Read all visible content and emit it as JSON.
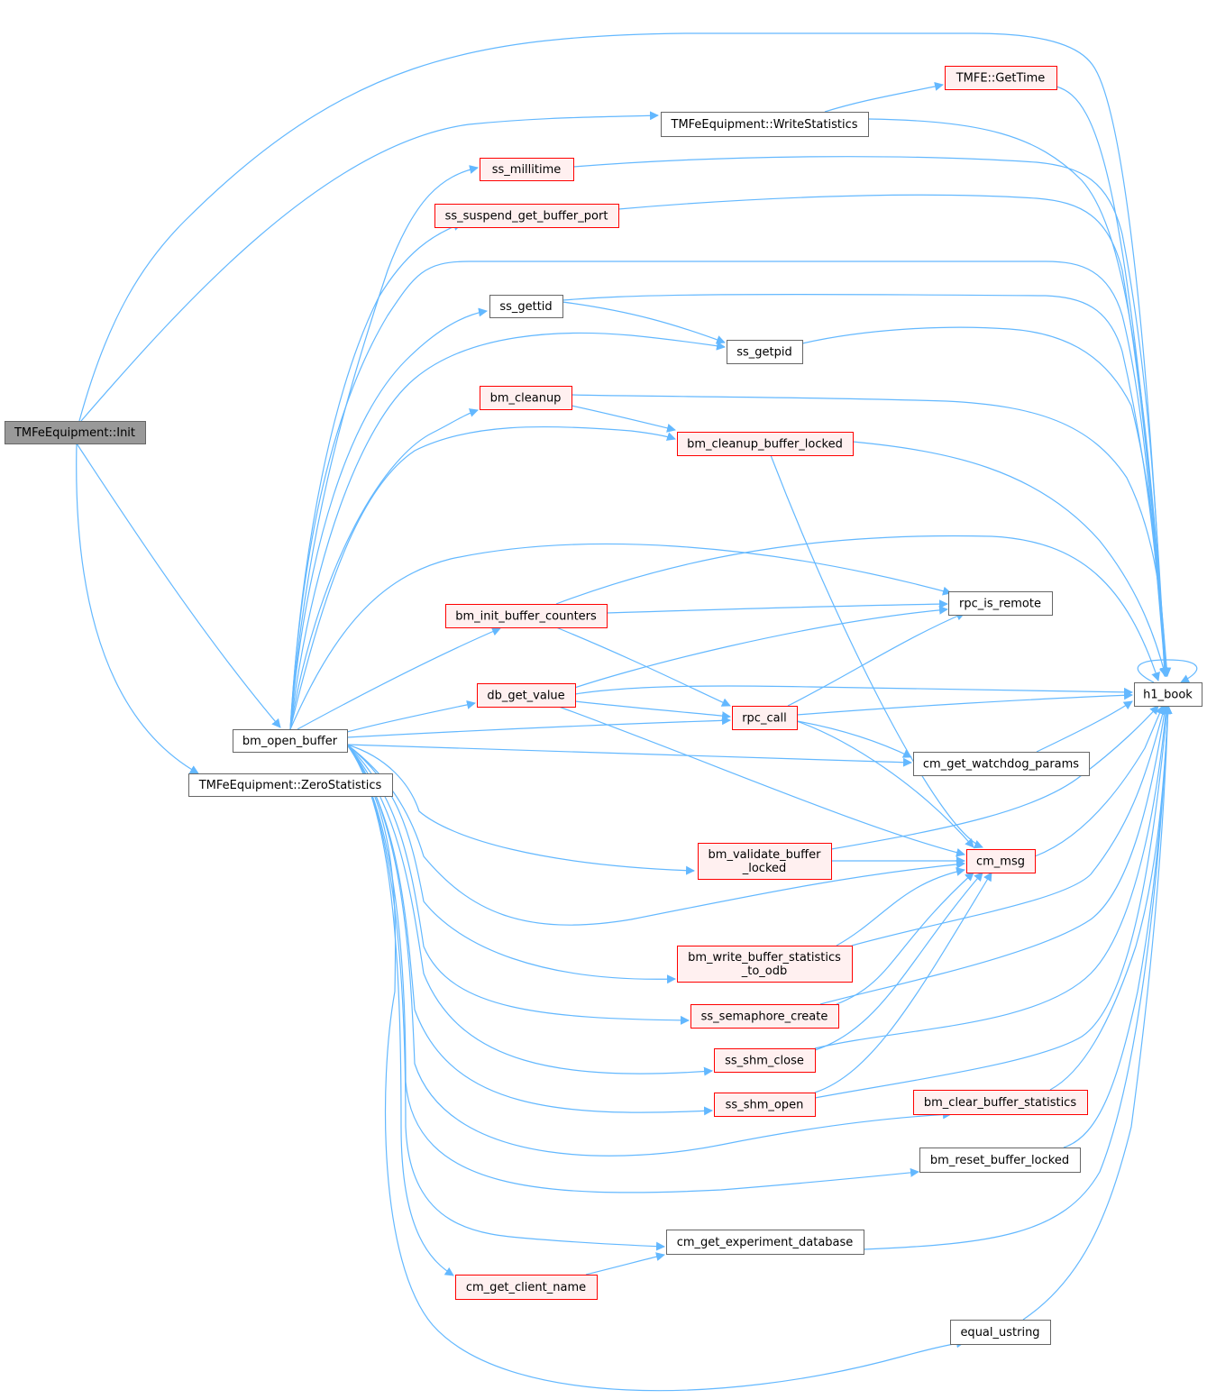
{
  "colors": {
    "edge": "#63b8ff",
    "root_fill": "#999999",
    "root_stroke": "#666666",
    "normal_fill": "#ffffff",
    "normal_stroke": "#666666",
    "warn_fill": "#fff0f0",
    "warn_stroke": "#ff0000"
  },
  "nodes": {
    "init": {
      "label": "TMFeEquipment::Init",
      "style": "root"
    },
    "bm_open_buffer": {
      "label": "bm_open_buffer",
      "style": "normal"
    },
    "zero_stats": {
      "label": "TMFeEquipment::ZeroStatistics",
      "style": "normal"
    },
    "write_stats": {
      "label": "TMFeEquipment::WriteStatistics",
      "style": "normal"
    },
    "gettime": {
      "label": "TMFE::GetTime",
      "style": "warn"
    },
    "ss_millitime": {
      "label": "ss_millitime",
      "style": "warn"
    },
    "ss_suspend": {
      "label": "ss_suspend_get_buffer_port",
      "style": "warn"
    },
    "ss_gettid": {
      "label": "ss_gettid",
      "style": "normal"
    },
    "ss_getpid": {
      "label": "ss_getpid",
      "style": "normal"
    },
    "bm_cleanup": {
      "label": "bm_cleanup",
      "style": "warn"
    },
    "bm_cleanup_locked": {
      "label": "bm_cleanup_buffer_locked",
      "style": "warn"
    },
    "bm_init_counters": {
      "label": "bm_init_buffer_counters",
      "style": "warn"
    },
    "rpc_is_remote": {
      "label": "rpc_is_remote",
      "style": "normal"
    },
    "db_get_value": {
      "label": "db_get_value",
      "style": "warn"
    },
    "rpc_call": {
      "label": "rpc_call",
      "style": "warn"
    },
    "h1_book": {
      "label": "h1_book",
      "style": "normal"
    },
    "cm_watchdog": {
      "label": "cm_get_watchdog_params",
      "style": "normal"
    },
    "bm_validate": {
      "label": [
        "bm_validate_buffer",
        "_locked"
      ],
      "style": "warn"
    },
    "cm_msg": {
      "label": "cm_msg",
      "style": "warn"
    },
    "bm_write_stats": {
      "label": [
        "bm_write_buffer_statistics",
        "_to_odb"
      ],
      "style": "warn"
    },
    "ss_sem_create": {
      "label": "ss_semaphore_create",
      "style": "warn"
    },
    "ss_shm_close": {
      "label": "ss_shm_close",
      "style": "warn"
    },
    "ss_shm_open": {
      "label": "ss_shm_open",
      "style": "warn"
    },
    "bm_clear_stats": {
      "label": "bm_clear_buffer_statistics",
      "style": "warn"
    },
    "bm_reset_locked": {
      "label": "bm_reset_buffer_locked",
      "style": "normal"
    },
    "cm_exp_db": {
      "label": "cm_get_experiment_database",
      "style": "normal"
    },
    "cm_client_name": {
      "label": "cm_get_client_name",
      "style": "warn"
    },
    "equal_ustring": {
      "label": "equal_ustring",
      "style": "normal"
    }
  }
}
